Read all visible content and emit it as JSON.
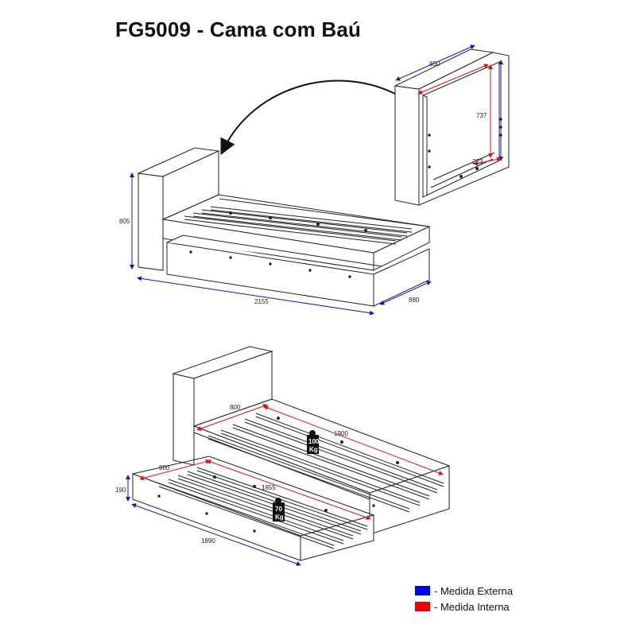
{
  "title": "FG5009 - Cama com Baú",
  "colors": {
    "external": "#1111cc",
    "internal": "#dd1111",
    "line": "#222222"
  },
  "dimensions": {
    "top_width": "850",
    "top_height": "737",
    "top_depth": "223",
    "bed_height": "805",
    "bed_length": "2155",
    "bed_depth": "880",
    "main_width": "800",
    "main_length": "1900",
    "trundle_width": "800",
    "trundle_length": "1855",
    "trundle_height": "190",
    "trundle_outer_length": "1890"
  },
  "weights": {
    "main": [
      "100",
      "Kg"
    ],
    "trundle": [
      "70",
      "Kg"
    ]
  },
  "legend": [
    {
      "color": "#0000ee",
      "label": "- Medida Externa"
    },
    {
      "color": "#ee0000",
      "label": "- Medida Interna"
    }
  ]
}
